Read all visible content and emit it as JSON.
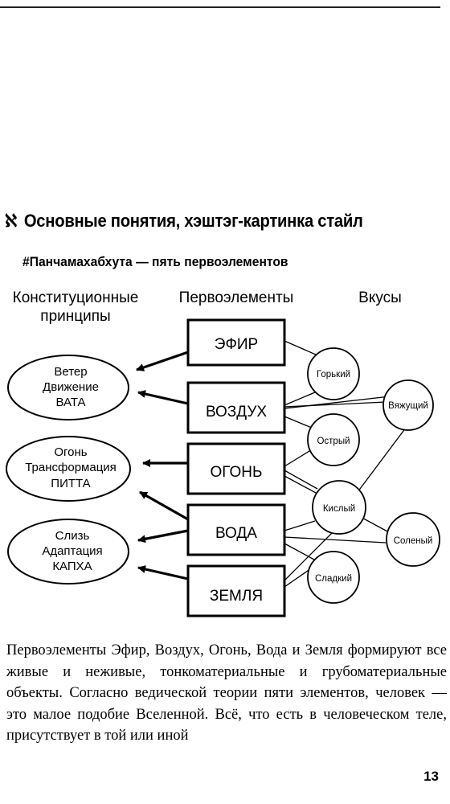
{
  "section_mark": "ℵ",
  "heading": "Основные понятия, хэштэг-картинка стайл",
  "subheading": "#Панчамахабхута — пять первоэлементов",
  "columns": {
    "principles_line1": "Конституционные",
    "principles_line2": "принципы",
    "elements": "Первоэлементы",
    "tastes": "Вкусы"
  },
  "principles": [
    {
      "lines": [
        "Ветер",
        "Движение",
        "ВАТА"
      ]
    },
    {
      "lines": [
        "Огонь",
        "Трансформация",
        "ПИТТА"
      ]
    },
    {
      "lines": [
        "Слизь",
        "Адаптация",
        "КАПХА"
      ]
    }
  ],
  "elements": [
    "ЭФИР",
    "ВОЗДУХ",
    "ОГОНЬ",
    "ВОДА",
    "ЗЕМЛЯ"
  ],
  "tastes": [
    "Горький",
    "Вяжущий",
    "Острый",
    "Кислый",
    "Соленый",
    "Сладкий"
  ],
  "paragraph": "Первоэлементы Эфир, Воздух, Огонь, Вода и Земля формируют все живые и неживые, тонкоматериальные и грубоматериальные объекты. Согласно ведической теории пяти элементов, человек — это малое подобие Вселенной. Всё, что есть в человеческом теле, присутствует в той или иной",
  "page_number": "13"
}
